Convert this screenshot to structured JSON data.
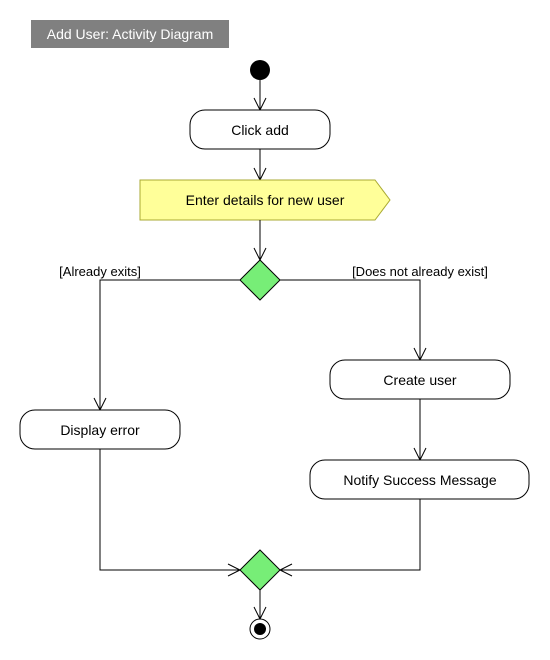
{
  "title": "Add User: Activity Diagram",
  "nodes": {
    "click_add": "Click add",
    "enter_details": "Enter details for new user",
    "display_error": "Display error",
    "create_user": "Create user",
    "notify_success": "Notify Success Message"
  },
  "guards": {
    "already_exists": "[Already exits]",
    "does_not_exist": "[Does not already exist]"
  },
  "colors": {
    "title_background": "#808080",
    "signal_fill": "#ffff99",
    "decision_fill": "#77ee77",
    "line": "#000000"
  }
}
